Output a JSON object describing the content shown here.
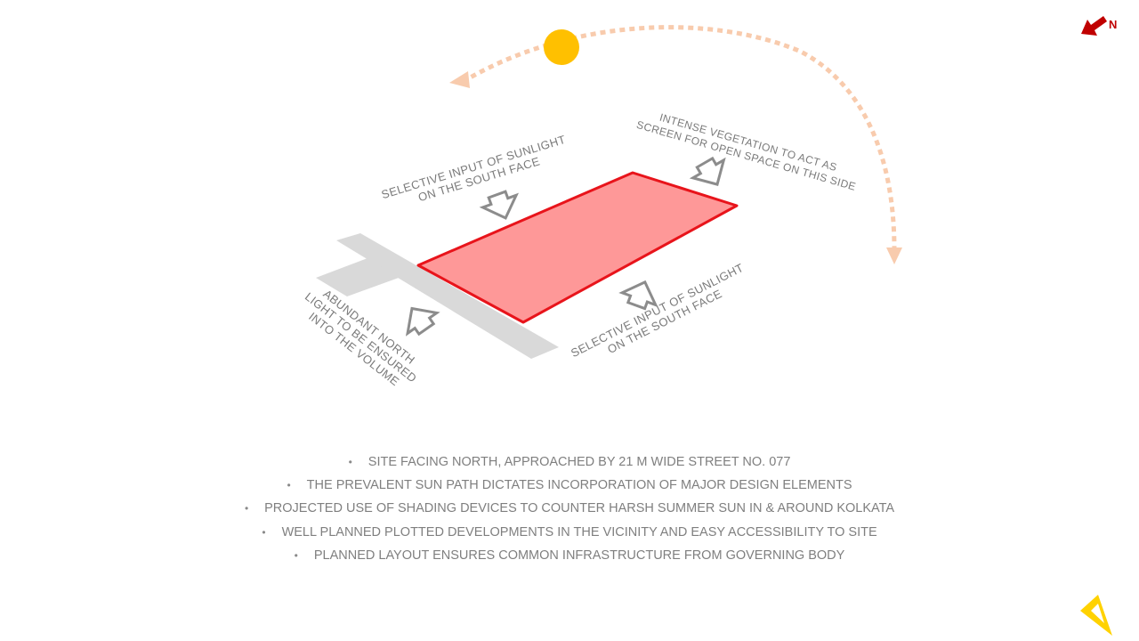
{
  "annotations": {
    "south_face_top": [
      "SELECTIVE  INPUT  OF SUNLIGHT",
      "ON THE SOUTH FACE"
    ],
    "vegetation": [
      "INTENSE VEGETATION  TO ACT AS",
      "SCREEN FOR OPEN SPACE ON THIS SIDE"
    ],
    "north_light": [
      "ABUNDANT NORTH",
      "LIGHT TO BE ENSURED",
      "INTO THE VOLUME"
    ],
    "south_face_bottom": [
      "SELECTIVE INPUT OF SUNLIGHT",
      "ON THE SOUTH FACE"
    ]
  },
  "north_label": "N",
  "notes": [
    "SITE FACING NORTH, APPROACHED BY 21 M WIDE STREET NO. 077",
    "THE PREVALENT SUN PATH DICTATES INCORPORATION OF MAJOR DESIGN ELEMENTS",
    "PROJECTED USE OF SHADING  DEVICES TO COUNTER HARSH SUMMER  SUN IN & AROUND KOLKATA",
    "WELL PLANNED PLOTTED DEVELOPMENTS IN THE VICINITY  AND EASY ACCESSIBILITY  TO SITE",
    "PLANNED LAYOUT ENSURES COMMON INFRASTRUCTURE FROM GOVERNING BODY"
  ],
  "bullet": "•",
  "colors": {
    "site_fill": "#fe9898",
    "site_stroke": "#e8141b",
    "road": "#d9d9d9",
    "sun": "#ffc000",
    "sun_path": "#f8cbad",
    "north_arrow": "#c00000",
    "text": "#7f7f7f",
    "logo": "#ffd200"
  }
}
